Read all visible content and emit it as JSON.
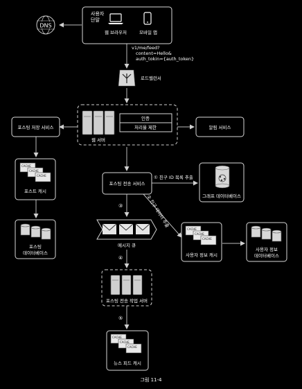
{
  "diagram": {
    "user_terminal": "사용자\n단말",
    "web_browser": "웹 브라우저",
    "mobile_app": "모바일 앱",
    "dns": "DNS",
    "request_text": [
      "v1/me/feed?",
      "content=Hello&",
      "auth_tokin={auth_token}"
    ],
    "load_balancer": "로드밸런서",
    "web_server": "웹 서버",
    "auth": "인증",
    "rate_limit": "처리율 제한",
    "post_storage_service": "포스팅 저장 서비스",
    "notification_service": "알림 서비스",
    "post_cache": "포스트 캐시",
    "post_db": [
      "포스팅",
      "데이터베이스"
    ],
    "fanout_service": "포스팅 전송 서비스",
    "step1": "① 친구 ID 목록 추출",
    "graph_db": "그래프 데이터베이스",
    "step2": "② 친구 데이터 추출",
    "step3": "③",
    "message_queue": "메시지 큐",
    "step4": "④",
    "user_cache": "사용자 정보 캐시",
    "user_db": [
      "사용자 정보",
      "데이터베이스"
    ],
    "fanout_workers": "포스팅 전송 작업 서버",
    "step5": "⑤",
    "news_feed_cache": "뉴스 피드 캐시",
    "cache_label": "CACHE",
    "caption": "그림 11-4"
  }
}
